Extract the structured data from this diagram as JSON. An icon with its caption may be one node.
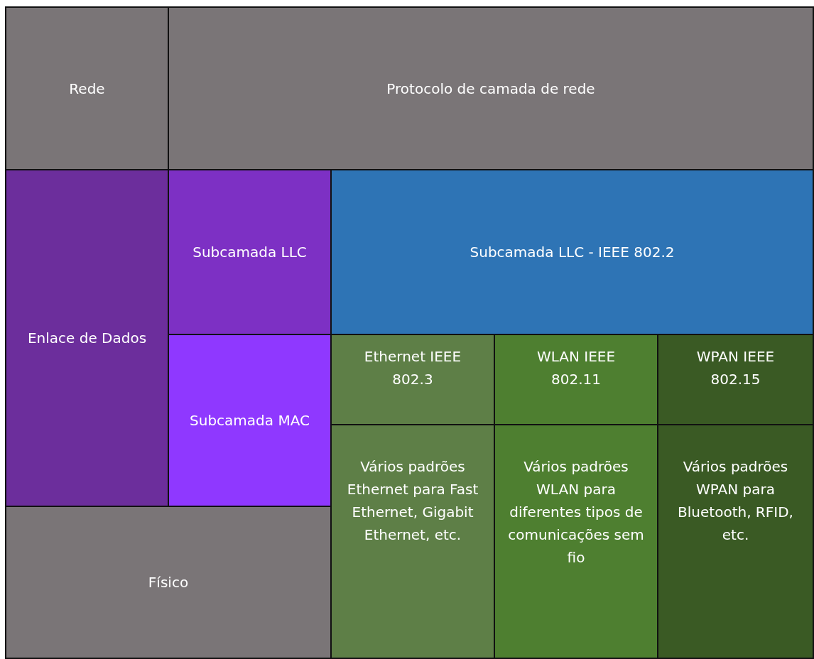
{
  "diagram": {
    "nodes": [
      {
        "text": [
          "Rede"
        ]
      },
      {
        "text": [
          "Protocolo de camada de rede"
        ]
      },
      {
        "text": [
          "Enlace de Dados"
        ]
      },
      {
        "text": [
          "Subcamada LLC"
        ]
      },
      {
        "text": [
          "Subcamada LLC - IEEE 802.2"
        ]
      },
      {
        "text": [
          "Subcamada MAC"
        ]
      },
      {
        "text": [
          "Ethernet IEEE 802.3"
        ]
      },
      {
        "text": [
          "WLAN IEEE 802.11"
        ]
      },
      {
        "text": [
          "WPAN IEEE 802.15"
        ]
      },
      {
        "text": [
          "Vários padrões Ethernet para Fast Ethernet, Gigabit Ethernet, etc."
        ]
      },
      {
        "text": [
          "Vários padrões WLAN para diferentes tipos de comunicações sem fio"
        ]
      },
      {
        "text": [
          "Vários padrões WPAN para Bluetooth, RFID, etc."
        ]
      },
      {
        "text": [
          "Físico"
        ]
      }
    ]
  }
}
